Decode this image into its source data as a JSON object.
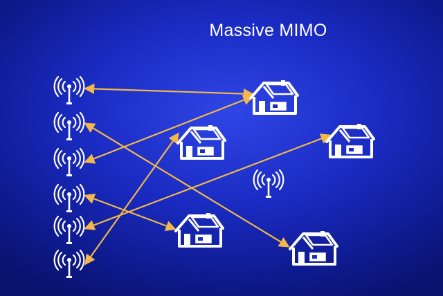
{
  "title": "Massive MIMO",
  "colors": {
    "background": "#1a2bc2",
    "link": "#f2b84a",
    "icon": "#ffffff",
    "title": "#ffffff"
  },
  "icons": {
    "antenna": "antenna-icon",
    "house": "house-icon",
    "base_station": "base-station-icon"
  },
  "antenna_count": 6,
  "house_count": 5,
  "links": [
    {
      "antenna": 1,
      "house": 1,
      "direction": "bidirectional"
    },
    {
      "antenna": 2,
      "house": 5,
      "direction": "bidirectional"
    },
    {
      "antenna": 3,
      "house": 1,
      "direction": "bidirectional"
    },
    {
      "antenna": 4,
      "house": 4,
      "direction": "bidirectional"
    },
    {
      "antenna": 5,
      "house": 3,
      "direction": "bidirectional"
    },
    {
      "antenna": 6,
      "house": 2,
      "direction": "bidirectional"
    }
  ]
}
